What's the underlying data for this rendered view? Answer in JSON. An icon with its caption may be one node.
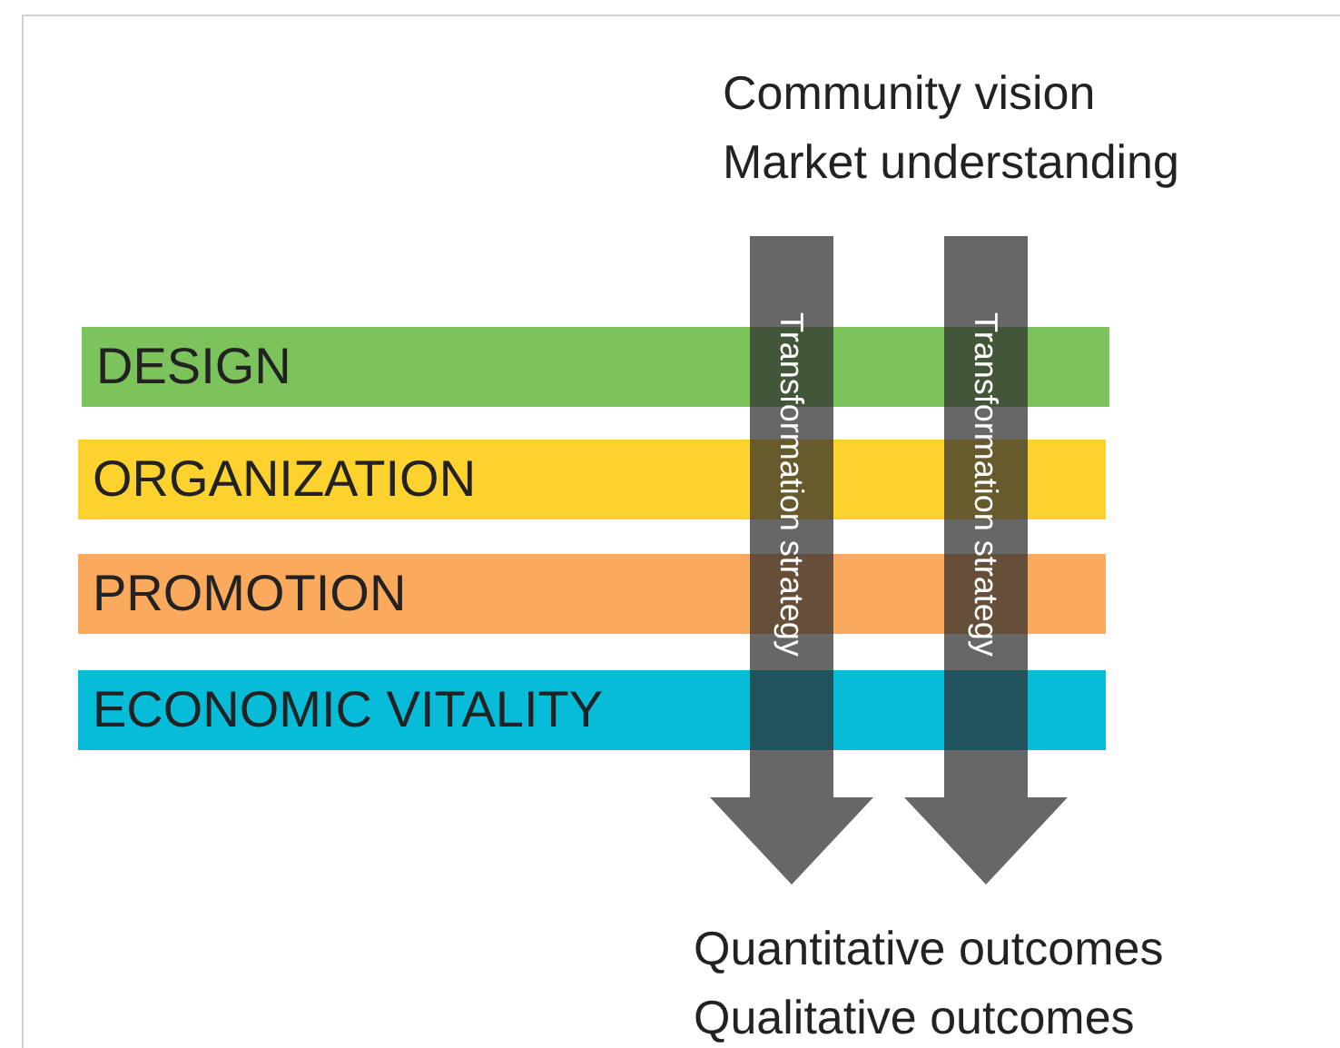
{
  "diagram": {
    "nodes": [
      {
        "text": [
          "Community vision",
          "Market understanding"
        ]
      },
      {
        "text": [
          "DESIGN"
        ]
      },
      {
        "text": [
          "ORGANIZATION"
        ]
      },
      {
        "text": [
          "PROMOTION"
        ]
      },
      {
        "text": [
          "ECONOMIC VITALITY"
        ]
      },
      {
        "text": [
          "Quantitative outcomes",
          "Qualitative outcomes"
        ]
      }
    ],
    "edges": [
      {
        "from": 0,
        "to": 5,
        "arrow": "to",
        "label": "Transformation strategy"
      },
      {
        "from": 0,
        "to": 5,
        "arrow": "to",
        "label": "Transformation strategy"
      }
    ]
  }
}
